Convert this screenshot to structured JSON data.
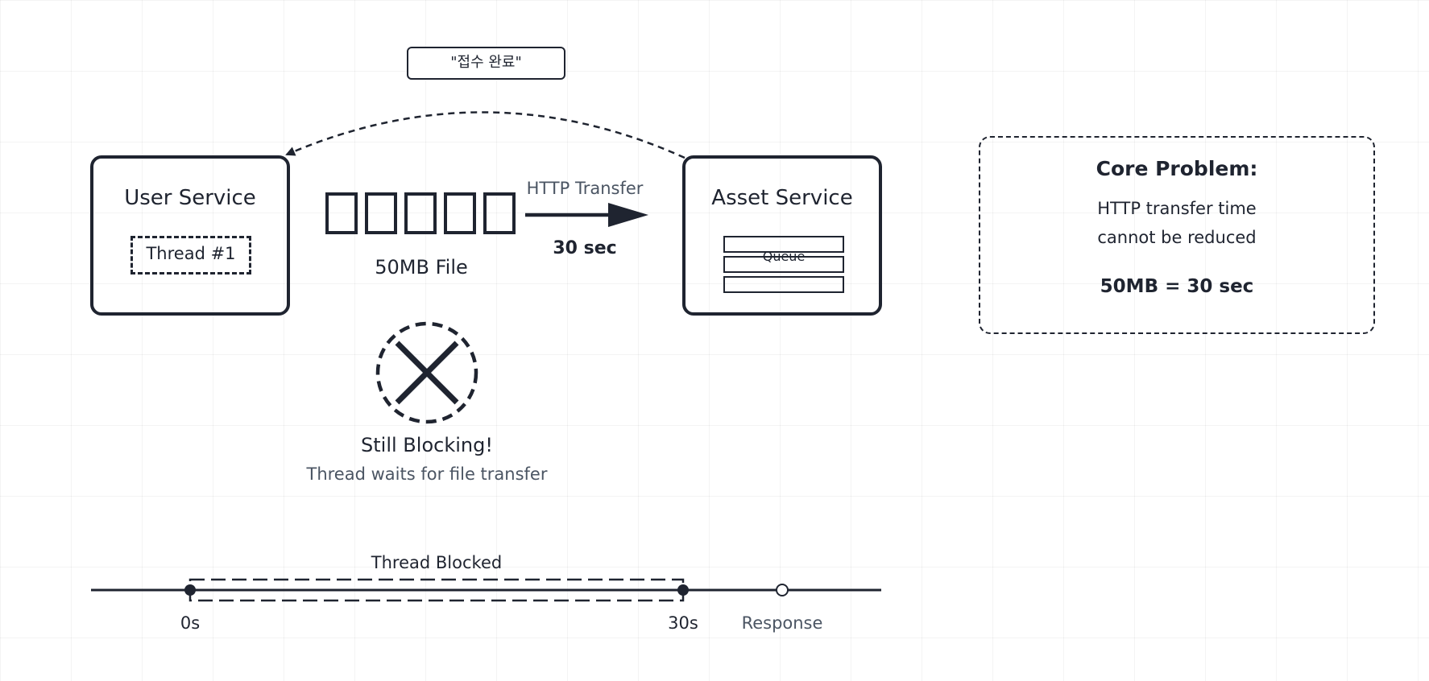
{
  "callout": {
    "label": "\"접수 완료\""
  },
  "user_service": {
    "title": "User Service",
    "thread_label": "Thread #1"
  },
  "file": {
    "glyphs": "□□□□□",
    "label": "50MB File"
  },
  "transfer": {
    "label": "HTTP Transfer",
    "duration": "30 sec"
  },
  "asset_service": {
    "title": "Asset Service",
    "queue_label": "Queue"
  },
  "blocking": {
    "title": "Still Blocking!",
    "subtitle": "Thread waits for file transfer"
  },
  "core_problem": {
    "title": "Core Problem:",
    "line1": "HTTP transfer time",
    "line2": "cannot be reduced",
    "equation": "50MB = 30 sec"
  },
  "timeline": {
    "blocked_label": "Thread Blocked",
    "start_label": "0s",
    "end_label": "30s",
    "response_label": "Response"
  },
  "colors": {
    "stroke": "#1f2430",
    "muted_text": "#4b5563",
    "grid": "#eeeeee"
  }
}
